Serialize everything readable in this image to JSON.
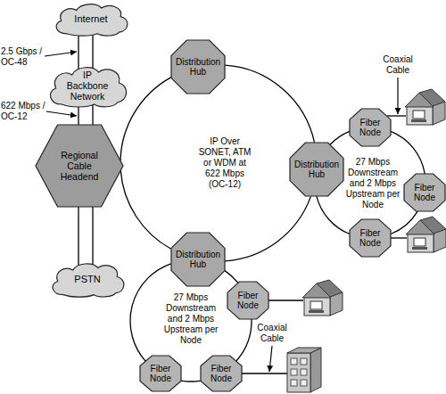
{
  "diagram": {
    "nodes": [
      {
        "text": [
          "Internet"
        ]
      },
      {
        "text": [
          "IP Backbone Network"
        ]
      },
      {
        "text": [
          "Regional Cable Headend"
        ]
      },
      {
        "text": [
          "PSTN"
        ]
      },
      {
        "text": [
          "Distribution Hub"
        ]
      },
      {
        "text": [
          "Distribution Hub"
        ]
      },
      {
        "text": [
          "Distribution Hub"
        ]
      },
      {
        "text": [
          "Fiber Node"
        ]
      },
      {
        "text": [
          "Fiber Node"
        ]
      },
      {
        "text": [
          "Fiber Node"
        ]
      },
      {
        "text": [
          "Fiber Node"
        ]
      },
      {
        "text": [
          "Fiber Node"
        ]
      },
      {
        "text": [
          "Fiber Node"
        ]
      }
    ],
    "edges": [
      {
        "from": 0,
        "to": 1,
        "arrow": "none"
      },
      {
        "from": 1,
        "to": 2,
        "arrow": "none"
      },
      {
        "from": 2,
        "to": 3,
        "arrow": "none"
      },
      {
        "from": 2,
        "to": 4,
        "arrow": "none"
      },
      {
        "from": 4,
        "to": 5,
        "arrow": "none"
      },
      {
        "from": 5,
        "to": 6,
        "arrow": "none"
      },
      {
        "from": 6,
        "to": 2,
        "arrow": "none"
      },
      {
        "from": 5,
        "to": 7,
        "arrow": "none"
      },
      {
        "from": 7,
        "to": 8,
        "arrow": "none"
      },
      {
        "from": 8,
        "to": 9,
        "arrow": "none"
      },
      {
        "from": 9,
        "to": 5,
        "arrow": "none"
      },
      {
        "from": 6,
        "to": 10,
        "arrow": "none"
      },
      {
        "from": 10,
        "to": 11,
        "arrow": "none"
      },
      {
        "from": 11,
        "to": 12,
        "arrow": "none"
      },
      {
        "from": 12,
        "to": 6,
        "arrow": "none"
      }
    ],
    "labels": [
      "2.5 Gbps / OC-48",
      "622 Mbps / OC-12",
      "IP Over SONET, ATM or WDM at 622 Mbps (OC-12)",
      "27 Mbps Downstream and 2 Mbps Upstream per Node",
      "27 Mbps Downstream and 2 Mbps Upstream per Node",
      "Coaxial Cable",
      "Coaxial Cable"
    ]
  }
}
